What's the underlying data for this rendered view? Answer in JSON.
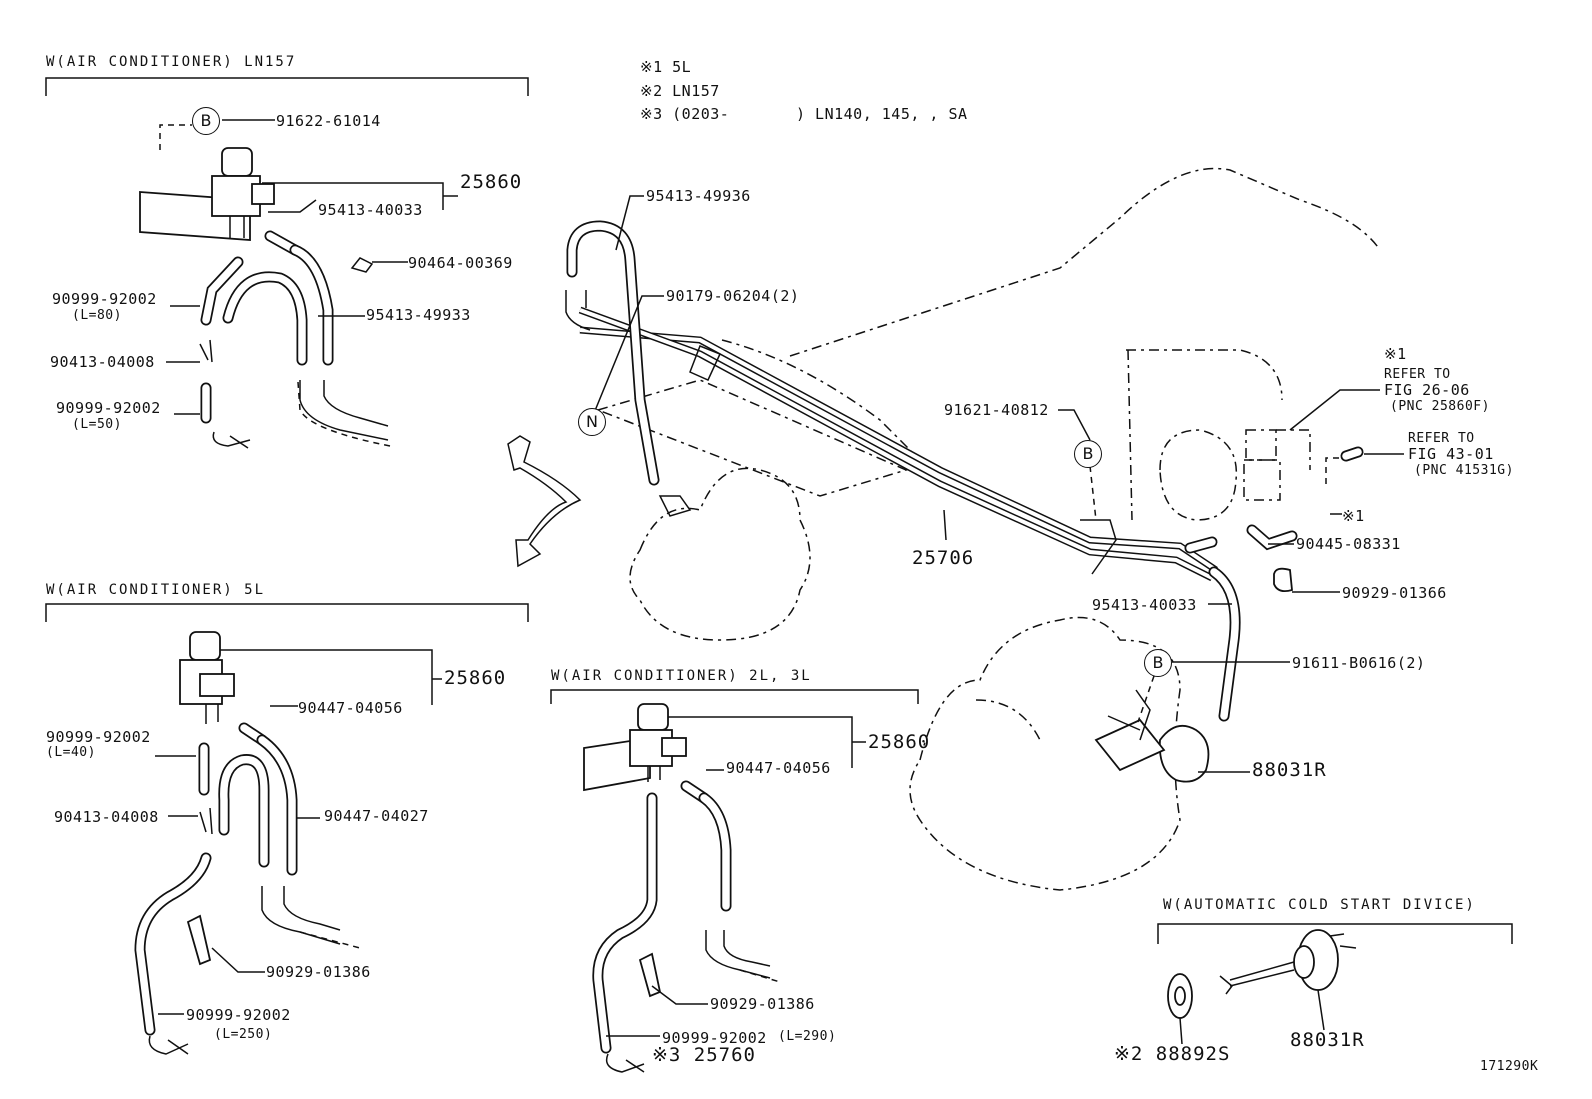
{
  "notes": {
    "n1": "※1  5L",
    "n2": "※2  LN157",
    "n3_start": "※3 (0203-",
    "n3_end": ") LN140, 145, , SA"
  },
  "sections": {
    "ac_ln157": "W(AIR CONDITIONER) LN157",
    "ac_5l": "W(AIR CONDITIONER) 5L",
    "ac_2l3l": "W(AIR CONDITIONER) 2L, 3L",
    "cold_start": "W(AUTOMATIC COLD START DIVICE)"
  },
  "circle_markers": {
    "b": "B",
    "n": "N"
  },
  "parts": {
    "p91622_61014": "91622-61014",
    "p25860": "25860",
    "p95413_40033": "95413-40033",
    "p90464_00369": "90464-00369",
    "p90999_92002": "90999-92002",
    "l80": "(L=80)",
    "l50": "(L=50)",
    "l40": "(L=40)",
    "l250": "(L=250)",
    "l290": "(L=290)",
    "p95413_49933": "95413-49933",
    "p90413_04008": "90413-04008",
    "p95413_49936": "95413-49936",
    "p90179_06204": "90179-06204(2)",
    "p91621_40812": "91621-40812",
    "p25706": "25706",
    "p90445_08331": "90445-08331",
    "p90929_01366": "90929-01366",
    "p91611_b0616": "91611-B0616(2)",
    "p88031r": "88031R",
    "p90447_04056": "90447-04056",
    "p90447_04027": "90447-04027",
    "p90929_01386": "90929-01386",
    "p25760": "※3 25760",
    "p88892s": "※2 88892S",
    "mark1": "※1"
  },
  "refs": {
    "r1_mark": "※1",
    "r1_a": "REFER TO",
    "r1_b": "FIG 26-06",
    "r1_c": "(PNC 25860F)",
    "r2_a": "REFER TO",
    "r2_b": "FIG 43-01",
    "r2_c": "(PNC 41531G)"
  },
  "figure_id": "171290K"
}
